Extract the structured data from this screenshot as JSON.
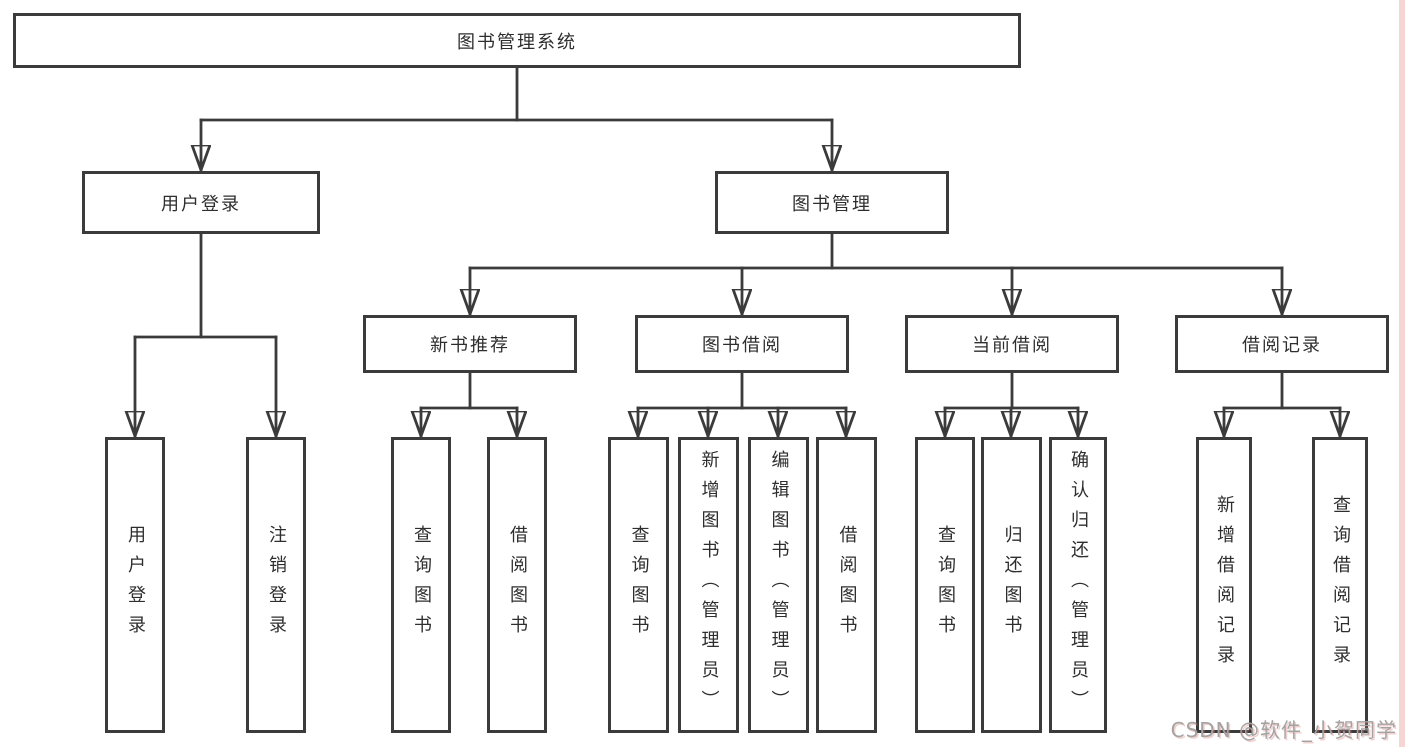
{
  "tree": {
    "root": {
      "label": "图书管理系统"
    },
    "children": [
      {
        "label": "用户登录",
        "children": [
          "用户登录",
          "注销登录"
        ]
      },
      {
        "label": "图书管理",
        "children": [
          {
            "label": "新书推荐",
            "children": [
              "查询图书",
              "借阅图书"
            ]
          },
          {
            "label": "图书借阅",
            "children": [
              "查询图书",
              "新增图书（管理员）",
              "编辑图书（管理员）",
              "借阅图书"
            ]
          },
          {
            "label": "当前借阅",
            "children": [
              "查询图书",
              "归还图书",
              "确认归还（管理员）"
            ]
          },
          {
            "label": "借阅记录",
            "children": [
              "新增借阅记录",
              "查询借阅记录"
            ]
          }
        ]
      }
    ]
  },
  "watermark": {
    "text": "CSDN @软件_小贺同学"
  },
  "colors": {
    "box_border": "#3b3b3b",
    "connector": "#3b3b3b",
    "text": "#2e2e2e",
    "background": "#ffffff",
    "right_edge_strip": "#f5d6d3",
    "watermark": "#a3a3a3"
  }
}
